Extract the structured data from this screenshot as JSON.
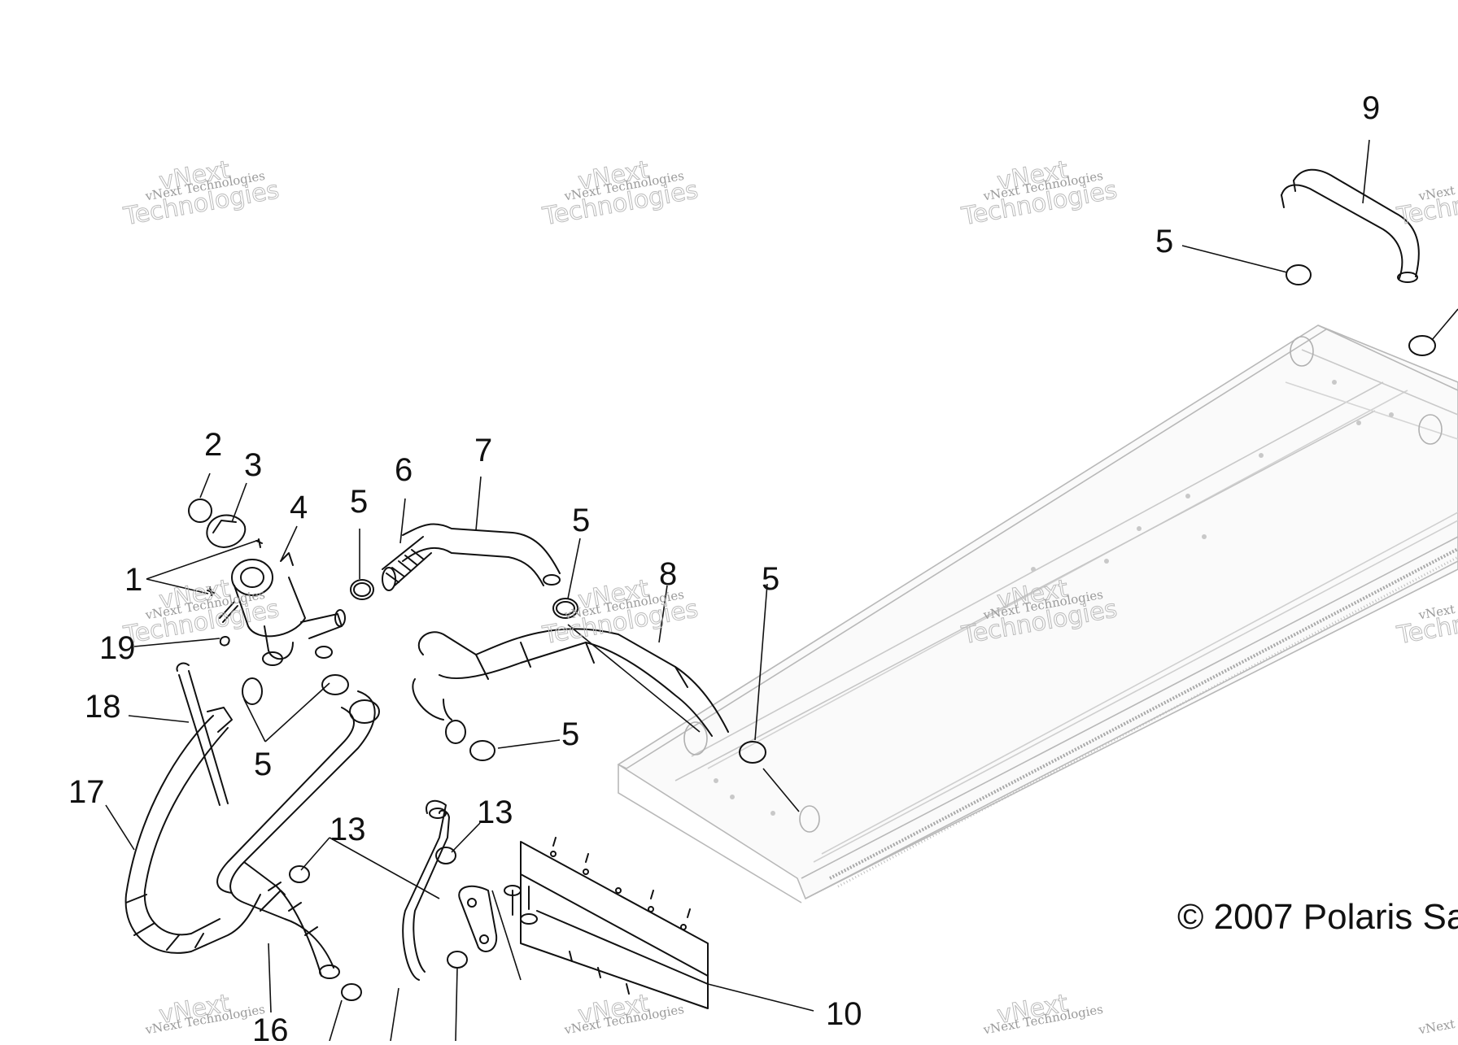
{
  "callouts": [
    {
      "id": "c1",
      "label": "1"
    },
    {
      "id": "c2",
      "label": "2"
    },
    {
      "id": "c3",
      "label": "3"
    },
    {
      "id": "c4",
      "label": "4"
    },
    {
      "id": "c5a",
      "label": "5"
    },
    {
      "id": "c5b",
      "label": "5"
    },
    {
      "id": "c5c",
      "label": "5"
    },
    {
      "id": "c5d",
      "label": "5"
    },
    {
      "id": "c5e",
      "label": "5"
    },
    {
      "id": "c5f",
      "label": "5"
    },
    {
      "id": "c6",
      "label": "6"
    },
    {
      "id": "c7",
      "label": "7"
    },
    {
      "id": "c8",
      "label": "8"
    },
    {
      "id": "c9",
      "label": "9"
    },
    {
      "id": "c10",
      "label": "10"
    },
    {
      "id": "c13a",
      "label": "13"
    },
    {
      "id": "c13b",
      "label": "13"
    },
    {
      "id": "c16",
      "label": "16"
    },
    {
      "id": "c17",
      "label": "17"
    },
    {
      "id": "c18",
      "label": "18"
    },
    {
      "id": "c19",
      "label": "19"
    }
  ],
  "watermark": {
    "small": "vNext Technologies",
    "big_top": "vNext",
    "big_bottom": "Technologies"
  },
  "copyright": "© 2007 Polaris Sa"
}
